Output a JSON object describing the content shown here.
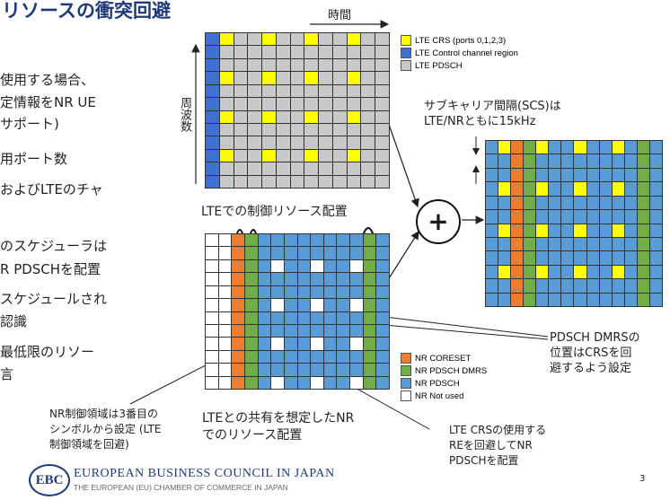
{
  "title": "リソースの衝突回避",
  "bullets": [
    "使用する場合、",
    "定情報をNR UE",
    "サポート)",
    "用ポート数",
    "およびLTEのチャ",
    "のスケジューラは",
    "R PDSCHを配置",
    "スケジュールされ",
    "認識",
    "最低限のリソー",
    "言"
  ],
  "lte_grid": {
    "time_label": "時間",
    "freq_label": "周波数",
    "caption": "LTEでの制御リソース配置",
    "rows": [
      "BYGGYGGYGGYGG",
      "BGGGGGGGGGGGG",
      "BGGGGGGGGGGGG",
      "BYGGYGGYGGYGG",
      "BGGGGGGGGGGGG",
      "BGGGGGGGGGGGG",
      "BYGGYGGYGGYGG",
      "BGGGGGGGGGGGG",
      "BGGGGGGGGGGGG",
      "BYGGYGGYGGYGG",
      "BGGGGGGGGGGGG",
      "BGGGGGGGGGGGG"
    ]
  },
  "legend_top": [
    {
      "label": "LTE CRS (ports 0,1,2,3)",
      "color": "#ffff00"
    },
    {
      "label": "LTE Control channel region",
      "color": "#3f6fd1"
    },
    {
      "label": "LTE PDSCH",
      "color": "#c8c8c8"
    }
  ],
  "nr_grid": {
    "caption_line1": "LTEとの共有を想定したNR",
    "caption_line2": "でのリソース配置",
    "rows": [
      "WWOGBBBBBBBBGB",
      "WWOGBBBBBBBBGB",
      "WWOGBWBBWBBWGB",
      "WWOGBBBBBBBBGB",
      "WWOGBBBBBBBBGB",
      "WWOGBWBBWBBWGB",
      "WWOGBBBBBBBBGB",
      "WWOGBBBBBBBBGB",
      "WWOGBWBBWBBWGB",
      "WWOGBBBBBBBBGB",
      "WWOGBBBBBBBBGB",
      "WWOGBWBBWBBWGB"
    ]
  },
  "legend_bottom": [
    {
      "label": "NR CORESET",
      "color": "#ed7d31"
    },
    {
      "label": "NR PDSCH DMRS",
      "color": "#70ad47"
    },
    {
      "label": "NR PDSCH",
      "color": "#5b9bd5"
    },
    {
      "label": "NR Not used",
      "color": "#ffffff"
    }
  ],
  "combined_grid": {
    "scs_line1": "サブキャリア間隔(SCS)は",
    "scs_line2": "LTE/NRともに15kHz",
    "rows": [
      "BYOGYBBYBBYBGB",
      "BBOGBBBBBBBBGB",
      "BBOGBBBBBBBBGB",
      "BYOGYBBYBBYBGB",
      "BBOGBBBBBBBBGB",
      "BBOGBBBBBBBBGB",
      "BYOGYBBYBBYBGB",
      "BBOGBBBBBBBBGB",
      "BBOGBBBBBBBBGB",
      "BYOGYBBYBBYBGB",
      "BBOGBBBBBBBBGB",
      "BBOGBBBBBBBBGB"
    ]
  },
  "plus_symbol": "+",
  "annotations": {
    "dmrs_line1": "PDSCH DMRSの",
    "dmrs_line2": "位置はCRSを回",
    "dmrs_line3": "避するよう設定",
    "nr_control_line1": "NR制御領域は3番目の",
    "nr_control_line2": "シンボルから設定 (LTE",
    "nr_control_line3": "制御領域を回避)",
    "crs_line1": "LTE CRSの使用する",
    "crs_line2": "REを回避してNR",
    "crs_line3": "PDSCHを配置"
  },
  "footer": {
    "logo_text": "EBC",
    "name": "EUROPEAN BUSINESS COUNCIL IN JAPAN",
    "sub": "THE EUROPEAN (EU) CHAMBER OF COMMERCE IN JAPAN",
    "page_number": "3"
  },
  "cell_colors": {
    "Y": "#ffff00",
    "B": "#3f6fd1",
    "G": "#c8c8c8",
    "O": "#ed7d31",
    "N": "#70ad47",
    "L": "#5b9bd5",
    "W": "#ffffff"
  }
}
